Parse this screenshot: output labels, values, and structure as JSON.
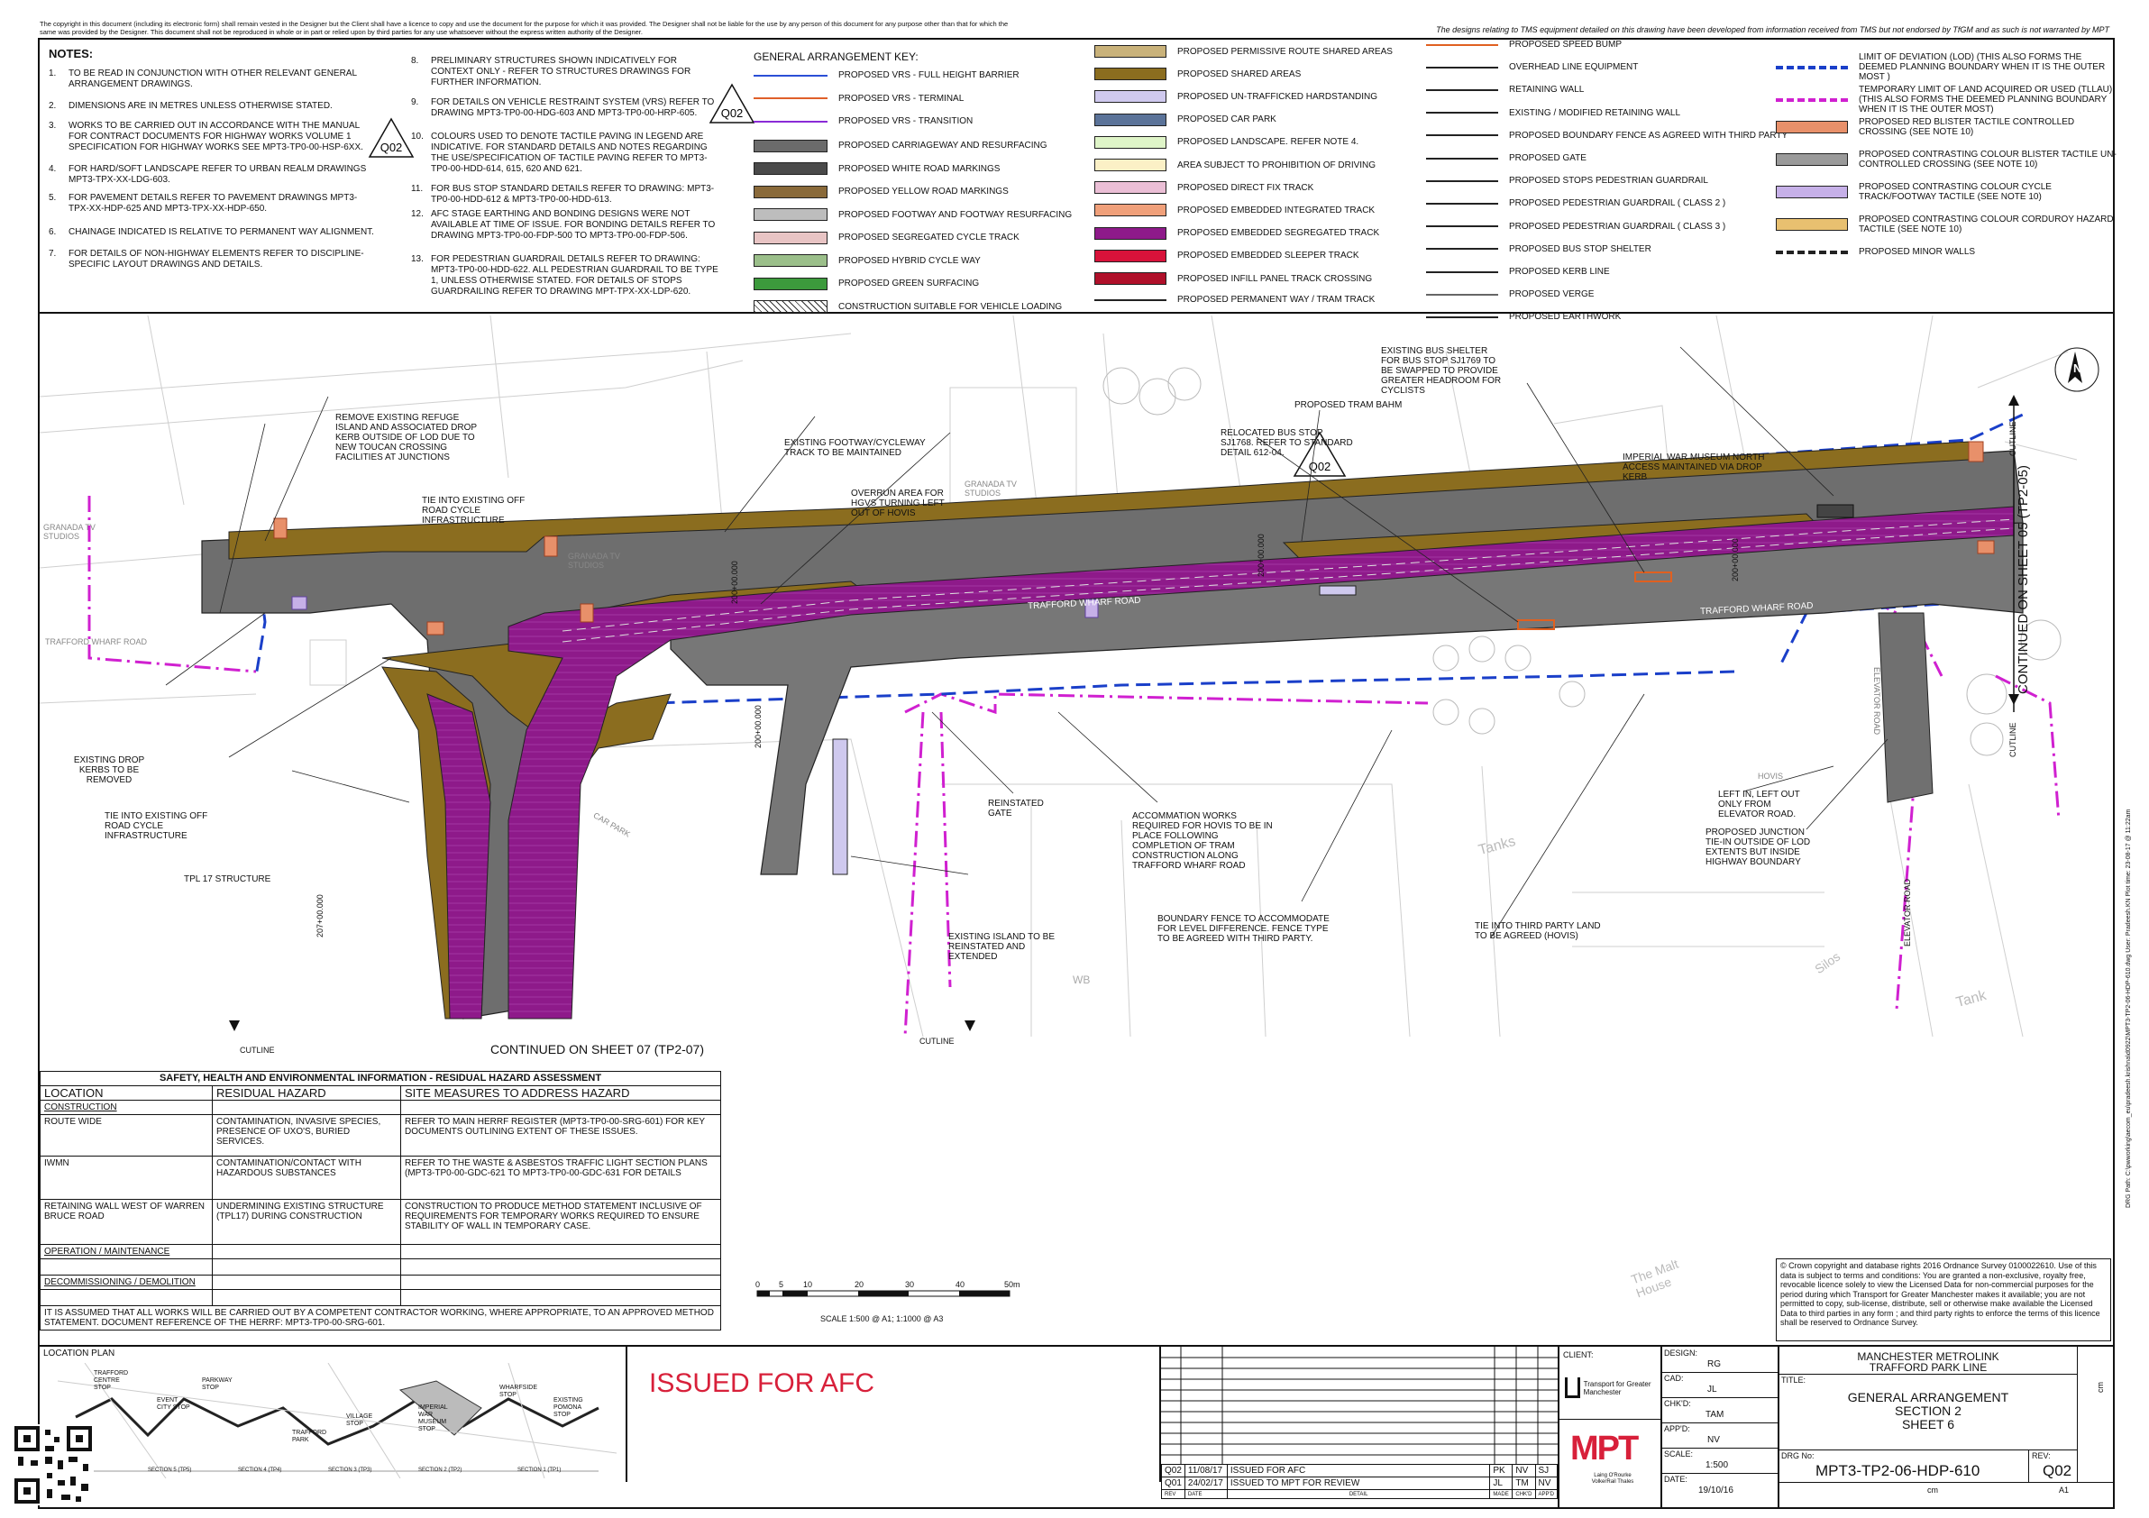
{
  "header": {
    "copyright_text": "The copyright in this document (including its electronic form) shall remain vested in the Designer but the Client shall have a licence to copy and use the document for the purpose for which it was provided. The Designer shall not be liable for the use by any person of this document for any purpose other than that for which the same was provided by the Designer. This document shall not be reproduced in whole or in part or relied upon by third parties for any use whatsoever without the express written authority of the Designer.",
    "tms_text": "The designs relating to TMS equipment detailed on this drawing have been developed from information received from TMS but not endorsed by TfGM and as such is not warranted by MPT"
  },
  "notes": {
    "title": "NOTES:",
    "items": [
      {
        "n": "1.",
        "t": "TO BE READ IN CONJUNCTION WITH OTHER RELEVANT GENERAL ARRANGEMENT DRAWINGS."
      },
      {
        "n": "2.",
        "t": "DIMENSIONS ARE IN METRES UNLESS OTHERWISE STATED."
      },
      {
        "n": "3.",
        "t": "WORKS TO BE CARRIED OUT IN ACCORDANCE WITH THE MANUAL FOR CONTRACT DOCUMENTS FOR HIGHWAY WORKS VOLUME 1 SPECIFICATION FOR HIGHWAY WORKS SEE MPT3-TP0-00-HSP-6XX."
      },
      {
        "n": "4.",
        "t": "FOR HARD/SOFT LANDSCAPE REFER TO URBAN REALM DRAWINGS MPT3-TPX-XX-LDG-603."
      },
      {
        "n": "5.",
        "t": "FOR PAVEMENT DETAILS REFER TO PAVEMENT DRAWINGS MPT3-TPX-XX-HDP-625 AND MPT3-TPX-XX-HDP-650."
      },
      {
        "n": "6.",
        "t": "CHAINAGE INDICATED IS RELATIVE TO PERMANENT WAY ALIGNMENT."
      },
      {
        "n": "7.",
        "t": "FOR DETAILS OF NON-HIGHWAY ELEMENTS REFER TO DISCIPLINE-SPECIFIC LAYOUT DRAWINGS AND DETAILS."
      },
      {
        "n": "8.",
        "t": "PRELIMINARY STRUCTURES SHOWN INDICATIVELY FOR CONTEXT ONLY - REFER TO STRUCTURES DRAWINGS FOR FURTHER INFORMATION."
      },
      {
        "n": "9.",
        "t": "FOR DETAILS ON VEHICLE RESTRAINT SYSTEM (VRS) REFER TO DRAWING MPT3-TP0-00-HDG-603 AND MPT3-TP0-00-HRP-605."
      },
      {
        "n": "10.",
        "t": "COLOURS USED TO DENOTE TACTILE PAVING IN LEGEND ARE INDICATIVE. FOR STANDARD DETAILS AND NOTES REGARDING THE USE/SPECIFICATION OF TACTILE PAVING REFER TO MPT3-TP0-00-HDD-614, 615, 620 AND 621."
      },
      {
        "n": "11.",
        "t": "FOR BUS STOP STANDARD DETAILS REFER TO DRAWING: MPT3-TP0-00-HDD-612 & MPT3-TP0-00-HDD-613."
      },
      {
        "n": "12.",
        "t": "AFC STAGE EARTHING AND BONDING DESIGNS WERE NOT AVAILABLE AT TIME OF ISSUE. FOR BONDING DETAILS REFER TO DRAWING MPT3-TP0-00-FDP-500 TO MPT3-TP0-00-FDP-506."
      },
      {
        "n": "13.",
        "t": "FOR PEDESTRIAN GUARDRAIL DETAILS REFER TO DRAWING: MPT3-TP0-00-HDD-622. ALL PEDESTRIAN GUARDRAIL TO BE TYPE 1, UNLESS OTHERWISE STATED. FOR DETAILS OF STOPS GUARDRAILING REFER TO DRAWING MPT-TPX-XX-LDP-620."
      }
    ]
  },
  "revision_triangle": "Q02",
  "key": {
    "title": "GENERAL ARRANGEMENT KEY:",
    "col1": [
      {
        "label": "PROPOSED VRS - FULL HEIGHT BARRIER",
        "type": "line",
        "color": "#2b4fd6"
      },
      {
        "label": "PROPOSED VRS - TERMINAL",
        "type": "line",
        "color": "#e0602a"
      },
      {
        "label": "PROPOSED VRS - TRANSITION",
        "type": "line",
        "color": "#8a2bd6"
      },
      {
        "label": "PROPOSED CARRIAGEWAY AND RESURFACING",
        "type": "fill",
        "color": "#6b6b6b"
      },
      {
        "label": "PROPOSED WHITE ROAD MARKINGS",
        "type": "fill",
        "color": "#4a4a4a"
      },
      {
        "label": "PROPOSED YELLOW ROAD MARKINGS",
        "type": "fill",
        "color": "#8a6a3a"
      },
      {
        "label": "PROPOSED FOOTWAY AND FOOTWAY RESURFACING",
        "type": "fill",
        "color": "#bdbdbd"
      },
      {
        "label": "PROPOSED SEGREGATED CYCLE TRACK",
        "type": "fill",
        "color": "#e8c4c4"
      },
      {
        "label": "PROPOSED HYBRID CYCLE WAY",
        "type": "fill",
        "color": "#9bbf8a"
      },
      {
        "label": "PROPOSED GREEN SURFACING",
        "type": "fill",
        "color": "#3c9a3c"
      },
      {
        "label": "CONSTRUCTION SUITABLE FOR VEHICLE LOADING",
        "type": "hatch",
        "color": "#333333"
      }
    ],
    "col2": [
      {
        "label": "PROPOSED PERMISSIVE ROUTE SHARED AREAS",
        "type": "fill",
        "color": "#c9b27a"
      },
      {
        "label": "PROPOSED SHARED AREAS",
        "type": "fill",
        "color": "#8b6d1f"
      },
      {
        "label": "PROPOSED UN-TRAFFICKED HARDSTANDING",
        "type": "fill",
        "color": "#cfc9ee"
      },
      {
        "label": "PROPOSED CAR PARK",
        "type": "fill",
        "color": "#5b7399"
      },
      {
        "label": "PROPOSED LANDSCAPE. REFER NOTE 4.",
        "type": "fill",
        "color": "#dff5c8"
      },
      {
        "label": "AREA SUBJECT TO PROHIBITION OF DRIVING",
        "type": "fill",
        "color": "#fbf0c6"
      },
      {
        "label": "PROPOSED DIRECT FIX TRACK",
        "type": "fill",
        "color": "#ebbfd6"
      },
      {
        "label": "PROPOSED EMBEDDED INTEGRATED TRACK",
        "type": "fill",
        "color": "#f0a07a"
      },
      {
        "label": "PROPOSED EMBEDDED SEGREGATED TRACK",
        "type": "fill",
        "color": "#8e1a8a"
      },
      {
        "label": "PROPOSED EMBEDDED SLEEPER TRACK",
        "type": "fill",
        "color": "#d8123a"
      },
      {
        "label": "PROPOSED INFILL PANEL TRACK CROSSING",
        "type": "fill",
        "color": "#b0102a"
      },
      {
        "label": "PROPOSED PERMANENT WAY / TRAM TRACK",
        "type": "line",
        "color": "#222222"
      }
    ],
    "col3": [
      {
        "label": "PROPOSED SPEED BUMP",
        "type": "line",
        "color": "#e06020"
      },
      {
        "label": "OVERHEAD LINE EQUIPMENT",
        "type": "line",
        "color": "#222222"
      },
      {
        "label": "RETAINING WALL",
        "type": "line",
        "color": "#222222"
      },
      {
        "label": "EXISTING / MODIFIED RETAINING WALL",
        "type": "line",
        "color": "#222222"
      },
      {
        "label": "PROPOSED BOUNDARY FENCE AS AGREED WITH THIRD PARTY",
        "type": "line",
        "color": "#222222"
      },
      {
        "label": "PROPOSED GATE",
        "type": "line",
        "color": "#222222"
      },
      {
        "label": "PROPOSED STOPS PEDESTRIAN GUARDRAIL",
        "type": "line",
        "color": "#222222"
      },
      {
        "label": "PROPOSED PEDESTRIAN GUARDRAIL ( CLASS 2 )",
        "type": "line",
        "color": "#222222"
      },
      {
        "label": "PROPOSED PEDESTRIAN GUARDRAIL ( CLASS 3 )",
        "type": "line",
        "color": "#222222"
      },
      {
        "label": "PROPOSED BUS STOP SHELTER",
        "type": "line",
        "color": "#222222"
      },
      {
        "label": "PROPOSED KERB LINE",
        "type": "line",
        "color": "#222222"
      },
      {
        "label": "PROPOSED VERGE",
        "type": "line",
        "color": "#666666"
      },
      {
        "label": "PROPOSED EARTHWORK",
        "type": "line",
        "color": "#222222"
      }
    ],
    "col4": [
      {
        "label": "LIMIT OF DEVIATION (LOD) (THIS ALSO FORMS THE DEEMED PLANNING BOUNDARY WHEN IT IS THE OUTER MOST )",
        "type": "line",
        "color": "#1a3fc9"
      },
      {
        "label": "TEMPORARY LIMIT OF LAND ACQUIRED OR USED (TLLAU) (THIS ALSO FORMS THE DEEMED PLANNING BOUNDARY WHEN IT IS THE OUTER MOST)",
        "type": "line",
        "color": "#d020d0"
      },
      {
        "label": "PROPOSED RED BLISTER TACTILE CONTROLLED CROSSING (SEE NOTE 10)",
        "type": "fill",
        "color": "#e8906a"
      },
      {
        "label": "PROPOSED CONTRASTING COLOUR BLISTER TACTILE UN-CONTROLLED CROSSING (SEE NOTE 10)",
        "type": "fill",
        "color": "#9a9a9a"
      },
      {
        "label": "PROPOSED CONTRASTING COLOUR CYCLE TRACK/FOOTWAY TACTILE (SEE NOTE 10)",
        "type": "fill",
        "color": "#c6b0e8"
      },
      {
        "label": "PROPOSED CONTRASTING COLOUR CORDUROY HAZARD TACTILE (SEE NOTE 10)",
        "type": "fill",
        "color": "#e8c070"
      },
      {
        "label": "PROPOSED MINOR WALLS",
        "type": "line",
        "color": "#222222"
      }
    ]
  },
  "plan": {
    "road_label_1": "TRAFFORD WHARF ROAD",
    "road_label_2": "TRAFFORD WHARF ROAD",
    "road_label_3": "TRAFFORD WHARF ROAD",
    "elevator_road": "ELEVATOR ROAD",
    "elevator_road_2": "ELEVATOR ROAD",
    "granada_1": "GRANADA TV STUDIOS",
    "granada_2": "GRANADA TV STUDIOS",
    "granada_3": "GRANADA TV STUDIOS",
    "car_park": "CAR PARK",
    "tanks": "Tanks",
    "tank": "Tank",
    "malt_house": "The Malt House",
    "silos": "Silos",
    "hovis": "HOVIS",
    "wb": "WB",
    "ch_1": "200+00.000",
    "ch_2": "200+00.000",
    "ch_3": "200+00.000",
    "ch_4": "200+00.000",
    "ch_5": "207+00.000",
    "cutline": "CUTLINE",
    "continued_05": "CONTINUED ON SHEET 05 (TP2-05)",
    "continued_07": "CONTINUED ON SHEET 07 (TP2-07)",
    "annotations": [
      "REMOVE EXISTING REFUGE ISLAND AND ASSOCIATED DROP KERB OUTSIDE OF LOD DUE TO NEW TOUCAN CROSSING FACILITIES AT JUNCTIONS",
      "TIE INTO EXISTING OFF ROAD CYCLE INFRASTRUCTURE",
      "EXISTING FOOTWAY/CYCLEWAY TRACK TO BE MAINTAINED",
      "OVERRUN AREA FOR HGVS TURNING LEFT OUT OF HOVIS",
      "RELOCATED BUS STOP SJ1768. REFER TO STANDARD DETAIL 612-04.",
      "PROPOSED TRAM BAHM",
      "EXISTING BUS SHELTER FOR BUS STOP SJ1769 TO BE SWAPPED TO PROVIDE GREATER HEADROOM FOR CYCLISTS",
      "IMPERIAL WAR MUSEUM NORTH ACCESS MAINTAINED VIA DROP KERB",
      "EXISTING DROP KERBS TO BE REMOVED",
      "TIE INTO EXISTING OFF ROAD CYCLE INFRASTRUCTURE",
      "TPL 17 STRUCTURE",
      "REINSTATED GATE",
      "ACCOMMATION WORKS REQUIRED FOR HOVIS TO BE IN PLACE FOLLOWING COMPLETION OF TRAM CONSTRUCTION ALONG TRAFFORD WHARF ROAD",
      "EXISTING ISLAND TO BE REINSTATED AND EXTENDED",
      "BOUNDARY FENCE TO ACCOMMODATE FOR LEVEL DIFFERENCE. FENCE TYPE TO BE AGREED WITH THIRD PARTY.",
      "TIE INTO THIRD PARTY LAND TO BE AGREED (HOVIS)",
      "LEFT IN, LEFT OUT ONLY FROM ELEVATOR ROAD.",
      "PROPOSED JUNCTION TIE-IN OUTSIDE OF LOD EXTENTS BUT INSIDE HIGHWAY BOUNDARY"
    ]
  },
  "hazard": {
    "title": "SAFETY, HEALTH AND ENVIRONMENTAL INFORMATION - RESIDUAL HAZARD ASSESSMENT",
    "col_location": "LOCATION",
    "col_hazard": "RESIDUAL HAZARD",
    "col_measures": "SITE MEASURES TO ADDRESS HAZARD",
    "construction": "CONSTRUCTION",
    "rows": [
      {
        "loc": "ROUTE WIDE",
        "haz": "CONTAMINATION, INVASIVE SPECIES, PRESENCE OF UXO'S, BURIED SERVICES.",
        "mes": "REFER TO MAIN HERRF REGISTER (MPT3-TP0-00-SRG-601) FOR KEY DOCUMENTS OUTLINING EXTENT OF THESE ISSUES."
      },
      {
        "loc": "IWMN",
        "haz": "CONTAMINATION/CONTACT WITH HAZARDOUS SUBSTANCES",
        "mes": "REFER TO THE WASTE & ASBESTOS TRAFFIC LIGHT SECTION PLANS (MPT3-TP0-00-GDC-621 TO MPT3-TP0-00-GDC-631 FOR DETAILS"
      },
      {
        "loc": "RETAINING WALL WEST OF WARREN BRUCE ROAD",
        "haz": "UNDERMINING EXISTING STRUCTURE (TPL17) DURING CONSTRUCTION",
        "mes": "CONSTRUCTION TO PRODUCE METHOD STATEMENT INCLUSIVE OF REQUIREMENTS FOR TEMPORARY WORKS REQUIRED TO ENSURE STABILITY OF WALL IN TEMPORARY CASE."
      }
    ],
    "operation": "OPERATION / MAINTENANCE",
    "decommissioning": "DECOMMISSIONING / DEMOLITION",
    "footer": "IT IS ASSUMED THAT ALL WORKS WILL BE CARRIED OUT BY A COMPETENT CONTRACTOR WORKING, WHERE APPROPRIATE, TO AN APPROVED METHOD STATEMENT. DOCUMENT REFERENCE OF THE HERRF: MPT3-TP0-00-SRG-601."
  },
  "scale_bar": {
    "ticks": [
      "0",
      "5",
      "10",
      "20",
      "30",
      "40",
      "50m"
    ],
    "caption": "SCALE 1:500 @ A1;  1:1000 @ A3"
  },
  "os_copyright": "© Crown copyright and database rights 2016 Ordnance Survey 0100022610. Use of this data is subject to terms and conditions: You are granted a non-exclusive, royalty free, revocable licence solely to view the Licensed Data for non-commercial purposes for the period during which Transport for Greater Manchester makes it available; you are not permitted to copy, sub-license, distribute, sell or otherwise make available the Licensed Data to third parties in any form ; and third party rights to enforce the terms of this licence shall be reserved to Ordnance Survey.",
  "location_plan": {
    "title": "LOCATION PLAN",
    "labels": [
      "TRAFFORD CENTRE STOP",
      "EVENT CITY STOP",
      "PARKWAY STOP",
      "TRAFFORD PARK",
      "VILLAGE STOP",
      "IMPERIAL WAR MUSEUM STOP",
      "WHARFSIDE STOP",
      "EXISTING POMONA STOP"
    ],
    "sections": [
      "SECTION 5 (TP5)",
      "SECTION 4 (TP4)",
      "SECTION 3 (TP3)",
      "SECTION 2 (TP2)",
      "SECTION 1 (TP1)"
    ]
  },
  "issued": "ISSUED FOR AFC",
  "revisions": {
    "rows": [
      {
        "rev": "Q02",
        "date": "11/08/17",
        "detail": "ISSUED FOR AFC",
        "made": "PK",
        "chk": "NV",
        "app": "SJ"
      },
      {
        "rev": "Q01",
        "date": "24/02/17",
        "detail": "ISSUED TO MPT FOR REVIEW",
        "made": "JL",
        "chk": "TM",
        "app": "NV"
      }
    ],
    "headers": {
      "rev": "REV",
      "date": "DATE",
      "detail": "DETAIL",
      "made": "MADE",
      "chk": "CHK'D",
      "app": "APP'D"
    }
  },
  "title_block": {
    "client_label": "CLIENT:",
    "client_name": "Transport for Greater Manchester",
    "mpt_logo": "MPT",
    "mpt_sub": "Laing O'Rourke VolkerRail Thales",
    "design_label": "DESIGN:",
    "design": "RG",
    "cad_label": "CAD:",
    "cad": "JL",
    "chkd_label": "CHK'D:",
    "chkd": "TAM",
    "appd_label": "APP'D:",
    "appd": "NV",
    "scale_label": "SCALE:",
    "scale": "1:500",
    "date_label": "DATE:",
    "date": "19/10/16",
    "project_line1": "MANCHESTER METROLINK",
    "project_line2": "TRAFFORD PARK LINE",
    "title_label": "TITLE:",
    "title_line1": "GENERAL ARRANGEMENT",
    "title_line2": "SECTION 2",
    "title_line3": "SHEET 6",
    "drg_label": "DRG No:",
    "drg_no": "MPT3-TP2-06-HDP-610",
    "rev_label": "REV:",
    "rev": "Q02",
    "size": "A1",
    "cm": "cm"
  },
  "drg_path": "DRG Path: C:\\pwworking\\aecom_eu\\pradeesh.krishna\\d0922\\MPT3-TP2-06-HDP-610.dwg  User: Pradeesh.KN  Plot time: 23-08-17 @ 11:22am",
  "colors": {
    "carriageway": "#6e6e6e",
    "track": "#8e1a8a",
    "shared": "#8b6d1f",
    "lod": "#1a3fc9",
    "tllau": "#d020d0",
    "issued_red": "#d8203a"
  }
}
